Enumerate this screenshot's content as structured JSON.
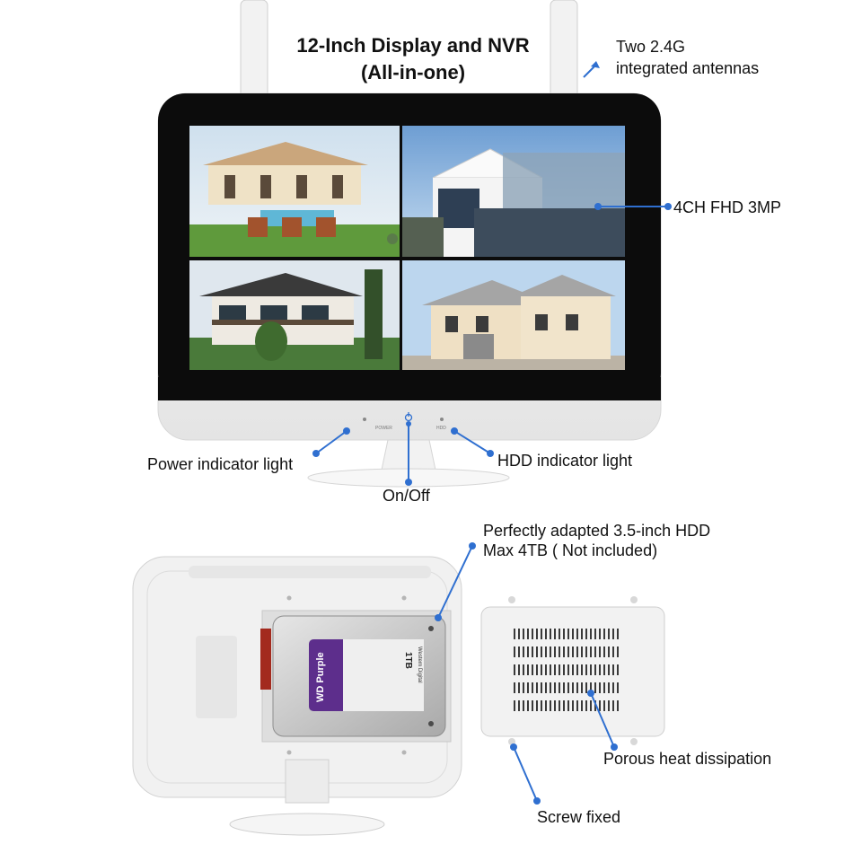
{
  "header": {
    "title_line1": "12-Inch Display and NVR",
    "title_line2": "(All-in-one)"
  },
  "callouts": {
    "antennas_line1": "Two 2.4G",
    "antennas_line2": "integrated antennas",
    "cameras": "4CH FHD 3MP",
    "power_indicator": "Power indicator light",
    "on_off": "On/Off",
    "hdd_indicator": "HDD indicator light",
    "hdd_line1": "Perfectly adapted 3.5-inch HDD",
    "hdd_line2": "Max 4TB ( Not included)",
    "heat": "Porous heat dissipation",
    "screw": "Screw fixed"
  },
  "panel_labels": {
    "power": "POWER",
    "hdd": "HDD"
  },
  "hdd_sticker": {
    "brand": "Western Digital",
    "capacity": "1TB",
    "series": "WD Purple"
  },
  "colors": {
    "accent_blue": "#2f6fd0",
    "bezel": "#0c0c0c",
    "housing": "#f3f3f3",
    "hdd_purple": "#5d2e8c"
  },
  "icons": [
    "power-icon",
    "callout-dot",
    "arrow-icon"
  ]
}
